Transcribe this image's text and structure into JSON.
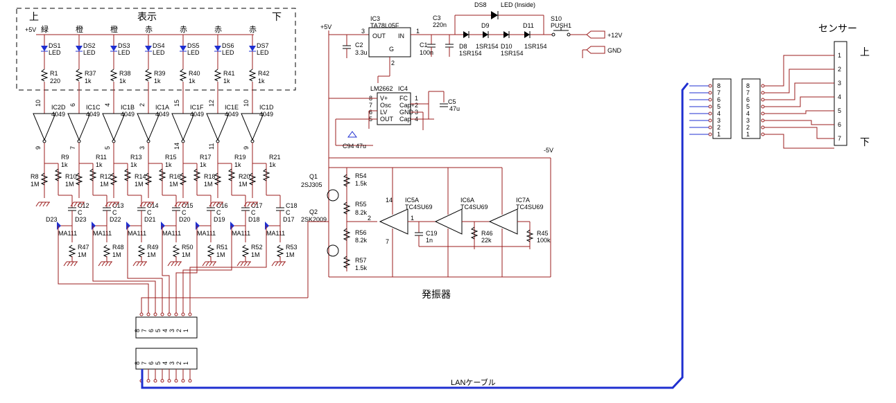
{
  "display": {
    "title": "表示",
    "top_label": "上",
    "bottom_label": "下",
    "supply": "+5V",
    "colors": [
      "緑",
      "橙",
      "橙",
      "赤",
      "赤",
      "赤",
      "赤"
    ],
    "channels": [
      {
        "led": "DS1",
        "r": "R1",
        "rv": "220",
        "pin_in": "10",
        "gate": "IC2D",
        "pin_out": "9",
        "ra": "R9",
        "rb": "R8",
        "rc": "R47",
        "c": "C12",
        "d": "D23"
      },
      {
        "led": "DS2",
        "r": "R37",
        "rv": "1k",
        "pin_in": "6",
        "gate": "IC1C",
        "pin_out": "7",
        "ra": "R11",
        "rb": "R10",
        "rc": "R48",
        "c": "C13",
        "d": "D22"
      },
      {
        "led": "DS3",
        "r": "R38",
        "rv": "1k",
        "pin_in": "4",
        "gate": "IC1B",
        "pin_out": "5",
        "ra": "R13",
        "rb": "R12",
        "rc": "R49",
        "c": "C14",
        "d": "D21"
      },
      {
        "led": "DS4",
        "r": "R39",
        "rv": "1k",
        "pin_in": "2",
        "gate": "IC1A",
        "pin_out": "3",
        "ra": "R15",
        "rb": "R14",
        "rc": "R50",
        "c": "C15",
        "d": "D20"
      },
      {
        "led": "DS5",
        "r": "R40",
        "rv": "1k",
        "pin_in": "15",
        "gate": "IC1F",
        "pin_out": "14",
        "ra": "R17",
        "rb": "R16",
        "rc": "R51",
        "c": "C16",
        "d": "D19"
      },
      {
        "led": "DS6",
        "r": "R41",
        "rv": "1k",
        "pin_in": "12",
        "gate": "IC1E",
        "pin_out": "11",
        "ra": "R19",
        "rb": "R18",
        "rc": "R52",
        "c": "C17",
        "d": "D18"
      },
      {
        "led": "DS7",
        "r": "R42",
        "rv": "1k",
        "pin_in": "10",
        "gate": "IC1D",
        "pin_out": "9",
        "ra": "R21",
        "rb": "R20",
        "rc": "R53",
        "c": "C18",
        "d": "D17"
      }
    ],
    "led_text": "LED",
    "gate_part": "4049",
    "ra_val": "1k",
    "rb_val": "1M",
    "rc_val": "1M",
    "c_val": "C",
    "diode_part": "MA111",
    "d_extra": "D23"
  },
  "connector_pins": [
    "8",
    "7",
    "6",
    "5",
    "4",
    "3",
    "2",
    "1"
  ],
  "lan_label": "LANケーブル",
  "power": {
    "ic3": {
      "ref": "IC3",
      "part": "TA78L05F",
      "out": "OUT",
      "in": "IN",
      "gnd": "G",
      "p3": "3",
      "p1": "1",
      "p2": "2"
    },
    "c2": {
      "ref": "C2",
      "val": "3.3u"
    },
    "c1": {
      "ref": "C1",
      "val": "100n"
    },
    "c3": {
      "ref": "C3",
      "val": "220n"
    },
    "ds8": {
      "ref": "DS8",
      "text": "LED (Inside)"
    },
    "d9": "D9",
    "d11": "D11",
    "d8": {
      "ref": "D8",
      "part": "1SR154"
    },
    "d9part": "1SR154",
    "d10": {
      "ref": "D10",
      "part": "1SR154"
    },
    "d11part": "1SR154",
    "s10": {
      "ref": "S10",
      "part": "PUSH1"
    },
    "v12": "+12V",
    "gnd": "GND",
    "v5": "+5V"
  },
  "ic4": {
    "part": "LM2662",
    "ref": "IC4",
    "pins_left": [
      "8",
      "7",
      "6",
      "5"
    ],
    "names_left": [
      "V+",
      "Osc",
      "LV",
      "OUT"
    ],
    "names_right": [
      "FC",
      "Cap+",
      "GND",
      "Cap-"
    ],
    "pins_right": [
      "1",
      "2",
      "3",
      "4"
    ],
    "c5": {
      "ref": "C5",
      "val": "47u"
    },
    "c94": "C94 47u",
    "vneg": "-5V"
  },
  "osc": {
    "q1": {
      "ref": "Q1",
      "part": "2SJ305"
    },
    "q2": {
      "ref": "Q2",
      "part": "2SK2009"
    },
    "r54": {
      "ref": "R54",
      "val": "1.5k"
    },
    "r55": {
      "ref": "R55",
      "val": "8.2k"
    },
    "r56": {
      "ref": "R56",
      "val": "8.2k"
    },
    "r57": {
      "ref": "R57",
      "val": "1.5k"
    },
    "ic5": {
      "ref": "IC5A",
      "part": "TC4SU69"
    },
    "ic6": {
      "ref": "IC6A",
      "part": "TC4SU69"
    },
    "ic7": {
      "ref": "IC7A",
      "part": "TC4SU69"
    },
    "c19": {
      "ref": "C19",
      "val": "1n"
    },
    "r46": {
      "ref": "R46",
      "val": "22k"
    },
    "r45": {
      "ref": "R45",
      "val": "100k"
    },
    "pin14": "14",
    "pin7": "7",
    "pin2": "2",
    "pin1": "1",
    "label": "発振器"
  },
  "sensor": {
    "title": "センサー",
    "top": "上",
    "bottom": "下",
    "pins": [
      "1",
      "2",
      "3",
      "4",
      "5",
      "6",
      "7"
    ]
  }
}
